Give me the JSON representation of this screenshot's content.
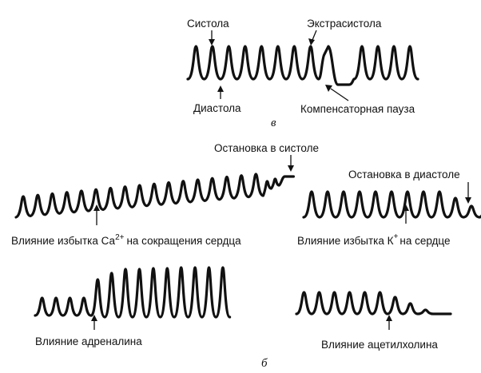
{
  "panel_v": {
    "letter": "в",
    "systole": "Систола",
    "extrasystole": "Экстрасистола",
    "diastole": "Диастола",
    "compensatory_pause": "Компенсаторная пауза"
  },
  "panel_b": {
    "letter": "б",
    "stop_systole": "Остановка в систоле",
    "stop_diastole": "Остановка в диастоле",
    "ca_pre": "Влияние избытка Са",
    "ca_sup": "2+",
    "ca_post": "на сокращения сердца",
    "k_pre": "Влияние избытка К",
    "k_sup": "+",
    "k_post": "на сердце",
    "adrenaline": "Влияние адреналина",
    "acetylcholine": "Влияние ацетилхолина"
  }
}
